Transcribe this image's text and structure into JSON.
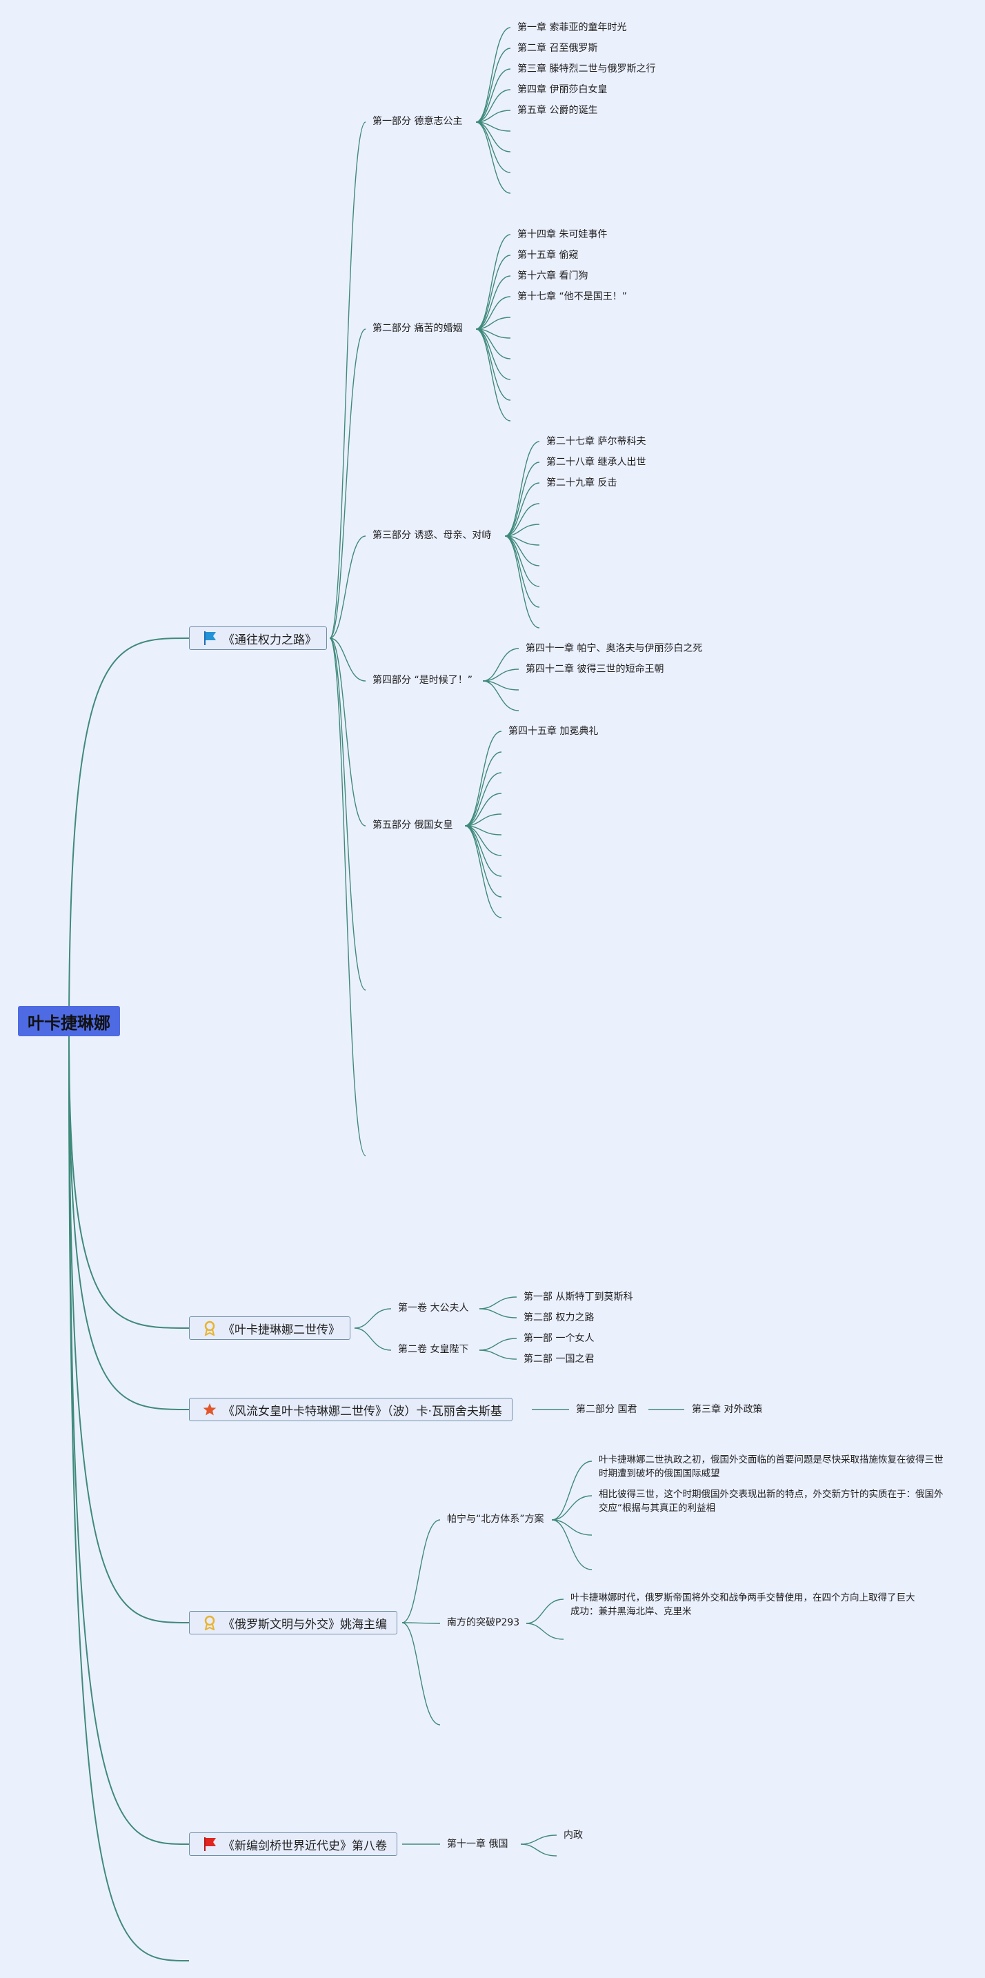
{
  "root": "叶卡捷琳娜",
  "book1": {
    "title": "《通往权力之路》",
    "icon": "blue-flag-icon",
    "parts": [
      {
        "label": "第一部分 德意志公主",
        "chapters": [
          "第一章 索菲亚的童年时光",
          "第二章 召至俄罗斯",
          "第三章 滕特烈二世与俄罗斯之行",
          "第四章 伊丽莎白女皇",
          "第五章 公爵的诞生"
        ]
      },
      {
        "label": "第二部分 痛苦的婚姻",
        "chapters": [
          "第十四章 朱可娃事件",
          "第十五章 偷窥",
          "第十六章 看门狗",
          "第十七章 “他不是国王！”"
        ]
      },
      {
        "label": "第三部分 诱惑、母亲、对峙",
        "chapters": [
          "第二十七章 萨尔蒂科夫",
          "第二十八章 继承人出世",
          "第二十九章 反击"
        ]
      },
      {
        "label": "第四部分 “是时候了！”",
        "chapters": [
          "第四十一章 帕宁、奥洛夫与伊丽莎白之死",
          "第四十二章 彼得三世的短命王朝"
        ]
      },
      {
        "label": "第五部分 俄国女皇",
        "chapters": [
          "第四十五章 加冕典礼"
        ]
      }
    ]
  },
  "book2": {
    "title": "《叶卡捷琳娜二世传》",
    "icon": "gold-award-icon",
    "vols": [
      {
        "label": "第一卷 大公夫人",
        "items": [
          "第一部 从斯特丁到莫斯科",
          "第二部 权力之路"
        ]
      },
      {
        "label": "第二卷 女皇陛下",
        "items": [
          "第一部 一个女人",
          "第二部 一国之君"
        ]
      }
    ]
  },
  "book3": {
    "title": "《风流女皇叶卡特琳娜二世传》（波）卡·瓦丽舍夫斯基",
    "icon": "red-star-icon",
    "part": "第二部分 国君",
    "chapter": "第三章 对外政策"
  },
  "book4": {
    "title": "《俄罗斯文明与外交》姚海主编",
    "icon": "gold-award-icon",
    "topic1": {
      "label": "帕宁与“北方体系”方案",
      "notes": [
        "叶卡捷琳娜二世执政之初，俄国外交面临的首要问题是尽快采取措施恢复在彼得三世时期遭到破坏的俄国国际威望",
        "相比彼得三世，这个时期俄国外交表现出新的特点，外交新方针的实质在于：俄国外交应“根据与其真正的利益相"
      ]
    },
    "topic2": {
      "label": "南方的突破P293",
      "note": "叶卡捷琳娜时代，俄罗斯帝国将外交和战争两手交替使用，在四个方向上取得了巨大成功：兼并黑海北岸、克里米"
    }
  },
  "book5": {
    "title": "《新编剑桥世界近代史》第八卷",
    "icon": "red-flag-icon",
    "chapter": "第十一章 俄国",
    "item": "内政"
  },
  "colors": {
    "line": "#3f8a7a",
    "root_fill": "#4e6be3",
    "background": "#ebf0fd"
  }
}
